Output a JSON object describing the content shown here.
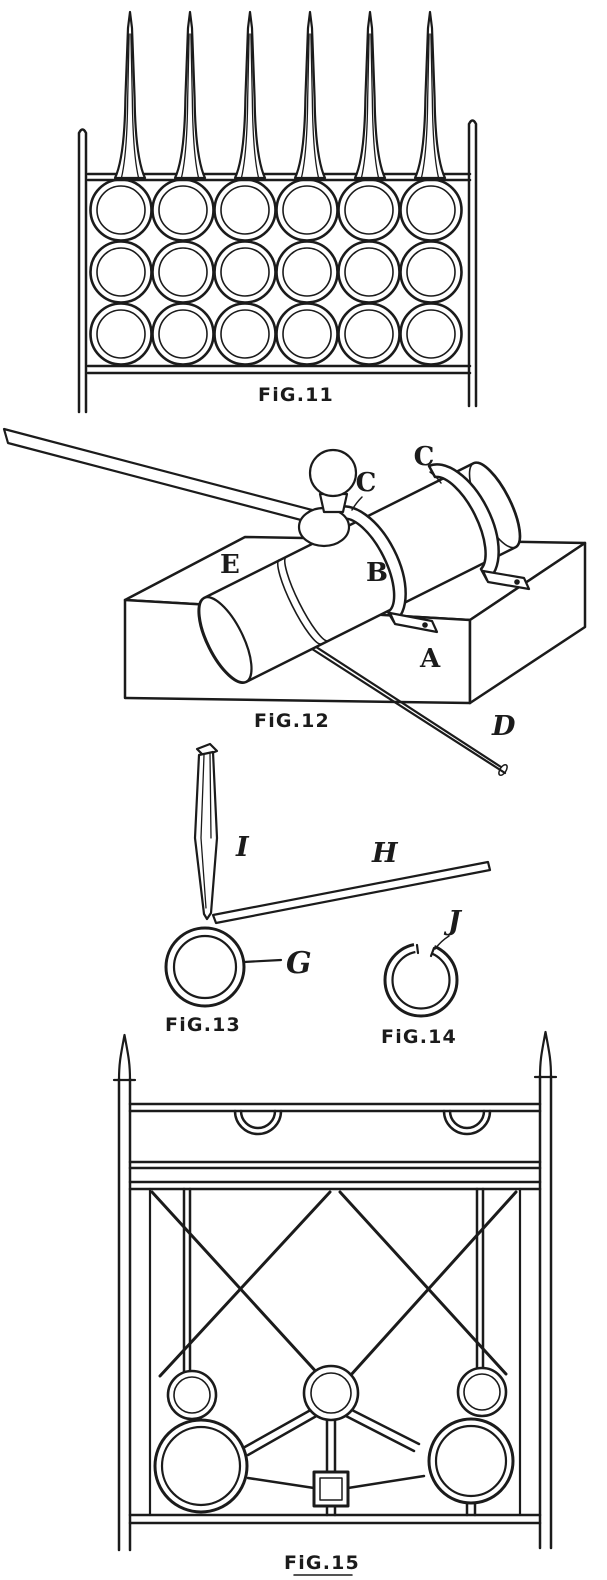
{
  "document": {
    "kind": "engraved line-art plate of metalwork figures",
    "colors": {
      "ink": "#1b1b1b",
      "paper": "#ffffff"
    }
  },
  "figures": {
    "fig11": {
      "caption": "FiG.11"
    },
    "fig12": {
      "caption": "FiG.12",
      "labels": {
        "a": "A",
        "b": "B",
        "c1": "C",
        "c2": "C",
        "d": "D",
        "e": "E"
      }
    },
    "fig13": {
      "caption": "FiG.13",
      "labels": {
        "g": "G",
        "h": "H",
        "i": "I"
      }
    },
    "fig14": {
      "caption": "FiG.14",
      "labels": {
        "j": "J"
      }
    },
    "fig15": {
      "caption": "FiG.15"
    }
  }
}
